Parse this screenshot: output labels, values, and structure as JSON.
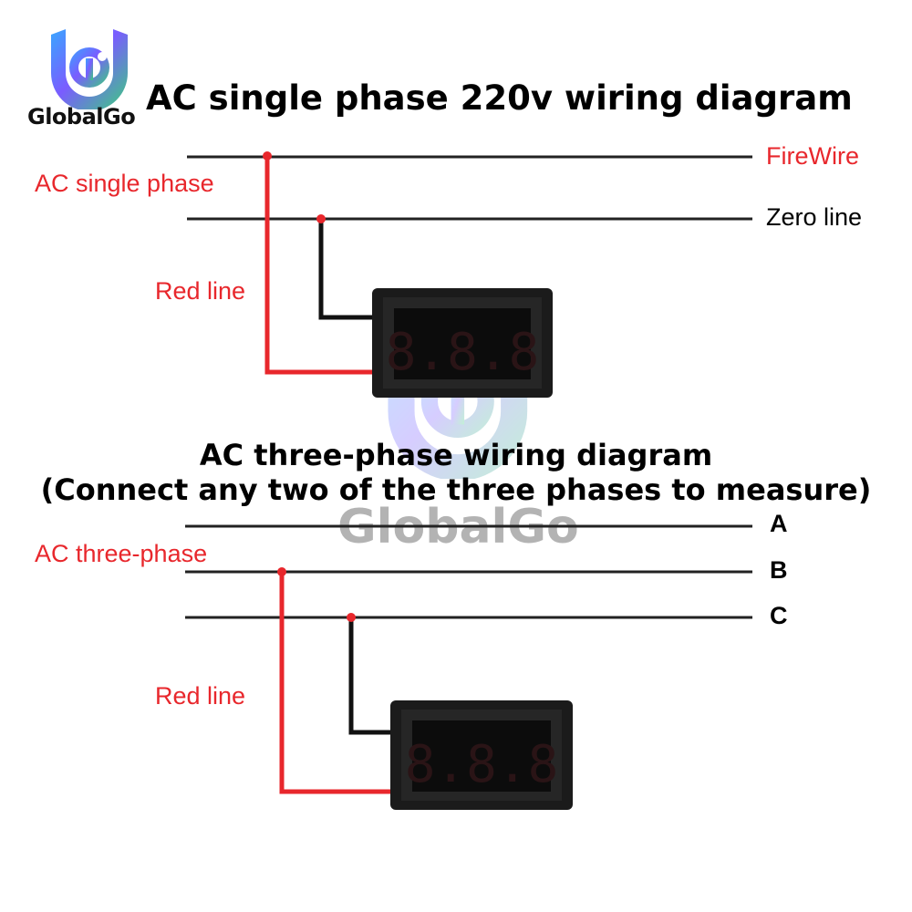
{
  "brand": {
    "name": "GlobalGo"
  },
  "colors": {
    "red": "#e8272c",
    "wire_black": "#111111",
    "rail": "#222222"
  },
  "single_phase": {
    "title": "AC single phase 220v wiring diagram",
    "group_label": "AC single phase",
    "lines": [
      "FireWire",
      "Zero line"
    ],
    "wire_label": "Red line"
  },
  "three_phase": {
    "title_line1": "AC three-phase wiring diagram",
    "title_line2": "(Connect any two of the three phases to measure)",
    "group_label": "AC three-phase",
    "lines": [
      "A",
      "B",
      "C"
    ],
    "wire_label": "Red line"
  },
  "icons": {
    "logo": "globalgo-logo-icon",
    "meter": "voltmeter-icon"
  }
}
